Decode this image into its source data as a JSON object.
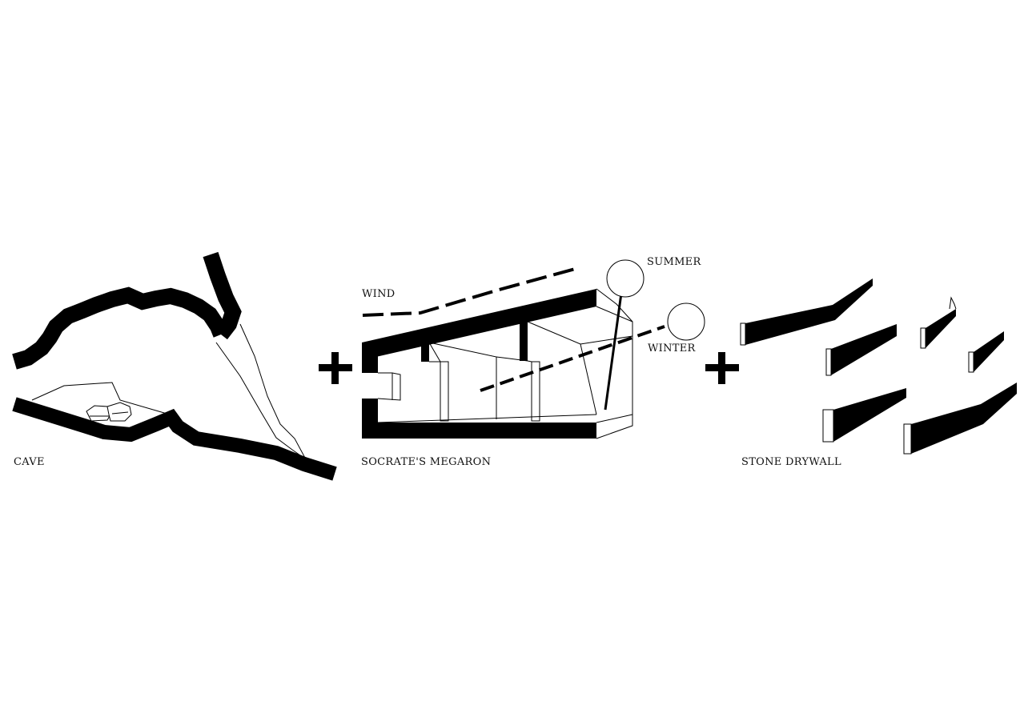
{
  "panels": {
    "cave": {
      "label": "CAVE"
    },
    "megaron": {
      "label": "SOCRATE'S MEGARON",
      "wind_label": "WIND",
      "summer_label": "SUMMER",
      "winter_label": "WINTER"
    },
    "drywall": {
      "label": "STONE DRYWALL"
    }
  },
  "operators": [
    "+",
    "+"
  ],
  "colors": {
    "ink": "#000000",
    "background": "#ffffff"
  }
}
